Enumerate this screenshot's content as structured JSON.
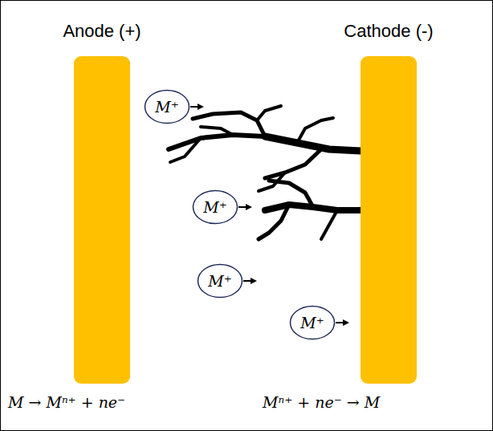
{
  "diagram": {
    "nodes": [
      {
        "text": [
          "Anode (+)",
          "M → Mⁿ⁺ + ne⁻"
        ]
      },
      {
        "text": [
          "Cathode (-)",
          "Mⁿ⁺ + ne⁻ → M"
        ]
      },
      {
        "text": [
          "M⁺"
        ]
      },
      {
        "text": [
          "M⁺"
        ]
      },
      {
        "text": [
          "M⁺"
        ]
      },
      {
        "text": [
          "M⁺"
        ]
      }
    ]
  }
}
